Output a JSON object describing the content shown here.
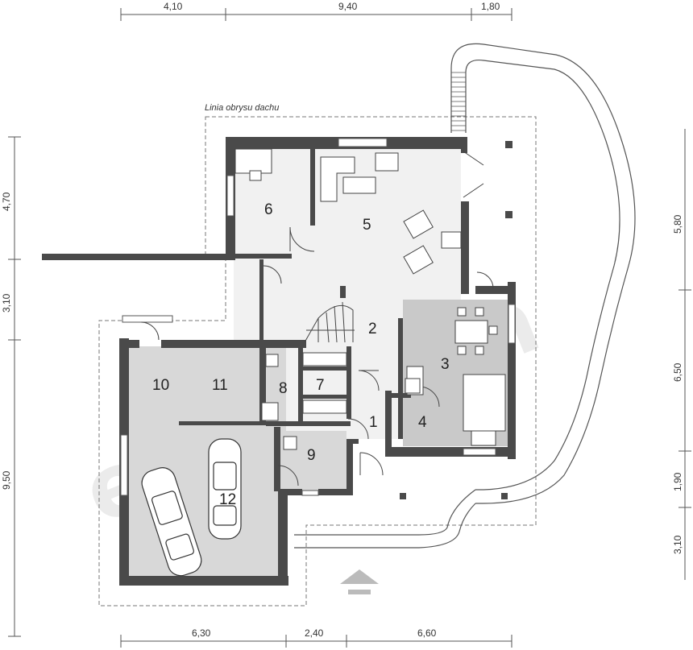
{
  "roof_line_label": "Linia obrysu dachu",
  "watermark": "extradom",
  "dimensions": {
    "top": [
      "4,10",
      "9,40",
      "1,80"
    ],
    "bottom": [
      "6,30",
      "2,40",
      "6,60"
    ],
    "left": [
      "4,70",
      "3,10",
      "9,50"
    ],
    "right": [
      "5,80",
      "6,50",
      "1,90",
      "3,10"
    ]
  },
  "rooms": {
    "r1": "1",
    "r2": "2",
    "r3": "3",
    "r4": "4",
    "r5": "5",
    "r6": "6",
    "r7": "7",
    "r8": "8",
    "r9": "9",
    "r10": "10",
    "r11": "11",
    "r12": "12"
  },
  "colors": {
    "wall": "#4a4a4a",
    "floor_light": "#f1f1f1",
    "floor_dark": "#c9c9c9",
    "floor_mid": "#d8d8d8"
  }
}
